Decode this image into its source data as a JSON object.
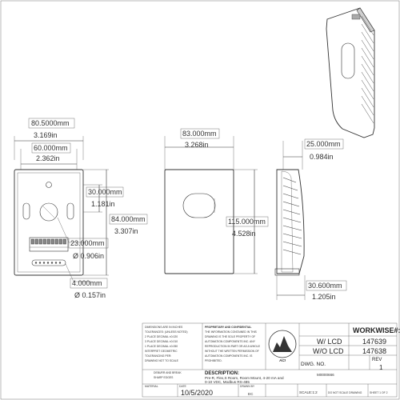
{
  "dimensions": {
    "overall_width": {
      "mm": "80.5000mm",
      "in": "3.169in"
    },
    "mount_width": {
      "mm": "60.000mm",
      "in": "2.362in"
    },
    "mount_spacing": {
      "mm": "30.000mm",
      "in": "1.181in"
    },
    "mount_height": {
      "mm": "84.000mm",
      "in": "3.307in"
    },
    "center_hole": {
      "mm": "23.000mm",
      "in": "Ø 0.906in"
    },
    "screw_hole": {
      "mm": "4.000mm",
      "in": "Ø 0.157in"
    },
    "front_width": {
      "mm": "83.000mm",
      "in": "3.268in"
    },
    "front_height": {
      "mm": "115.000mm",
      "in": "4.528in"
    },
    "side_top": {
      "mm": "25.000mm",
      "in": "0.984in"
    },
    "side_bottom": {
      "mm": "30.600mm",
      "in": "1.205in"
    }
  },
  "title_block": {
    "tolerance_lines": [
      "DIMENSIONS ARE IN INCHES",
      "TOLERANCES: (UNLESS NOTED)",
      "2 PLACE DECIMAL ±0.020",
      "3 PLACE DECIMAL ±0.010",
      "1 PLACE DECIMAL ±0.050",
      "INTERPRET GEOMETRIC",
      "TOLERANCING PER:",
      "DRAWING NOT TO SCALE"
    ],
    "deburr_lines": [
      "DEBURR AND BREAK",
      "SHARP EDGES"
    ],
    "prop_lines": [
      "PROPRIETARY AND CONFIDENTIAL",
      "THE INFORMATION CONTAINED IN THIS",
      "DRAWING IS THE SOLE PROPERTY OF",
      "AUTOMATION COMPONENTS INC. ANY",
      "REPRODUCTION IN PART OR AS A WHOLE",
      "WITHOUT THE WRITTEN PERMISSION OF",
      "AUTOMATION COMPONENTS INC. IS",
      "PROHIBITED."
    ],
    "logo_text": "ACI",
    "workwise_label": "WORKWISE#:",
    "variants": [
      {
        "label": "W/ LCD",
        "number": "147639"
      },
      {
        "label": "W/O LCD",
        "number": "147638"
      }
    ],
    "description_label": "DESCRIPTION:",
    "description_lines": [
      "Pre-R, Flex,S Room, Room Mount, 4-20 mA and",
      "0-10 VDC, Modbus RS-485"
    ],
    "dwg_no_label": "DWG. NO.",
    "dwg_no": "M0000666",
    "rev_label": "REV",
    "rev": "1",
    "material_label": "MATERIAL",
    "date_label": "DATE",
    "date": "10/5/2020",
    "drawn_by_label": "DRAWN BY",
    "drawn_by": "EC",
    "scale": "SCALE:1:2",
    "do_not_scale": "DO NOT SCALE DRAWING",
    "sheet": "SHEET 1 OF 2"
  }
}
